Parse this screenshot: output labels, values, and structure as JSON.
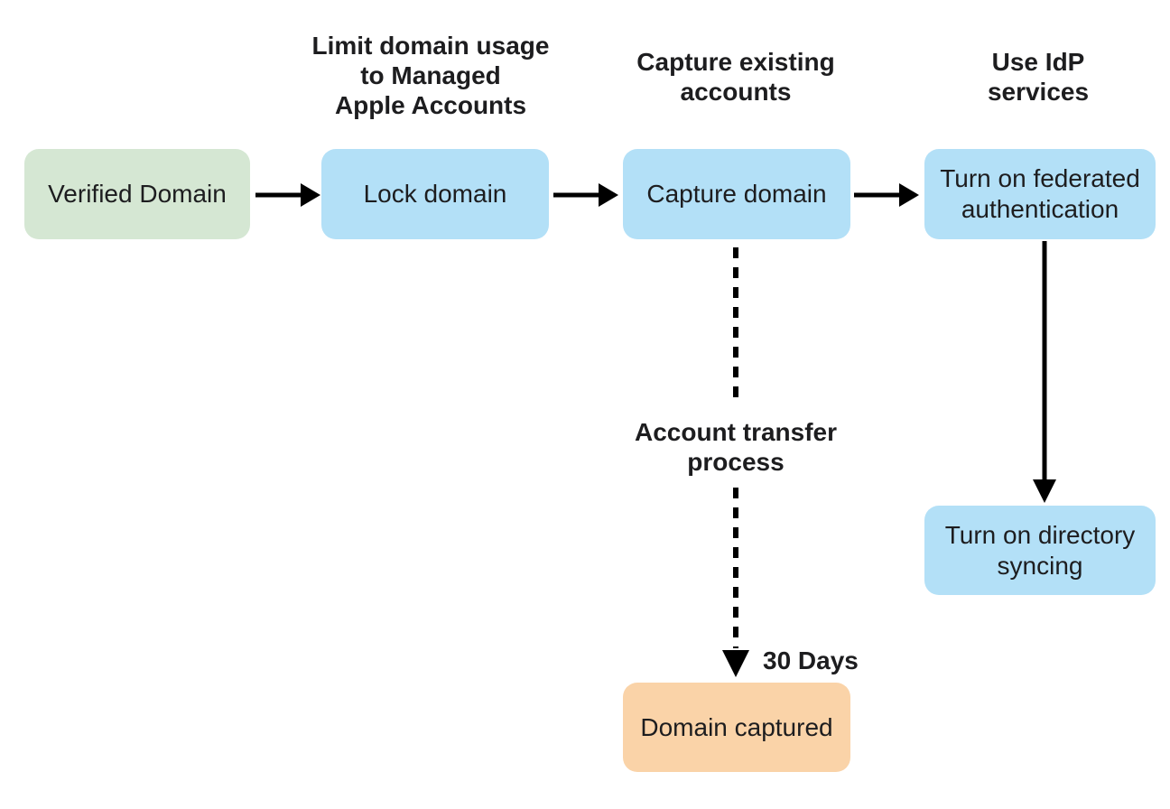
{
  "diagram": {
    "nodes": {
      "verified_domain": {
        "lines": [
          "Verified Domain"
        ],
        "fill": "#d5e7d3"
      },
      "lock_domain": {
        "lines": [
          "Lock domain"
        ],
        "fill": "#b3e0f7"
      },
      "capture_domain": {
        "lines": [
          "Capture domain"
        ],
        "fill": "#b3e0f7"
      },
      "federated_auth": {
        "lines": [
          "Turn on federated",
          "authentication"
        ],
        "fill": "#b3e0f7"
      },
      "directory_sync": {
        "lines": [
          "Turn on directory",
          "syncing"
        ],
        "fill": "#b3e0f7"
      },
      "domain_captured": {
        "lines": [
          "Domain captured"
        ],
        "fill": "#fad3a8"
      }
    },
    "annotations": {
      "lock_note": {
        "lines": [
          "Limit domain usage",
          "to Managed",
          "Apple Accounts"
        ]
      },
      "capture_note": {
        "lines": [
          "Capture existing",
          "accounts"
        ]
      },
      "idp_note": {
        "lines": [
          "Use IdP",
          "services"
        ]
      },
      "transfer_note": {
        "lines": [
          "Account transfer",
          "process"
        ]
      },
      "duration_note": {
        "lines": [
          "30 Days"
        ]
      }
    },
    "edges": [
      {
        "from": "verified_domain",
        "to": "lock_domain",
        "style": "solid"
      },
      {
        "from": "lock_domain",
        "to": "capture_domain",
        "style": "solid"
      },
      {
        "from": "capture_domain",
        "to": "federated_auth",
        "style": "solid"
      },
      {
        "from": "federated_auth",
        "to": "directory_sync",
        "style": "solid"
      },
      {
        "from": "capture_domain",
        "to": "domain_captured",
        "style": "dashed",
        "label": "Account transfer process",
        "duration": "30 Days"
      }
    ],
    "colors": {
      "arrow": "#000000",
      "text": "#1d1d1f",
      "background": "#ffffff"
    }
  }
}
